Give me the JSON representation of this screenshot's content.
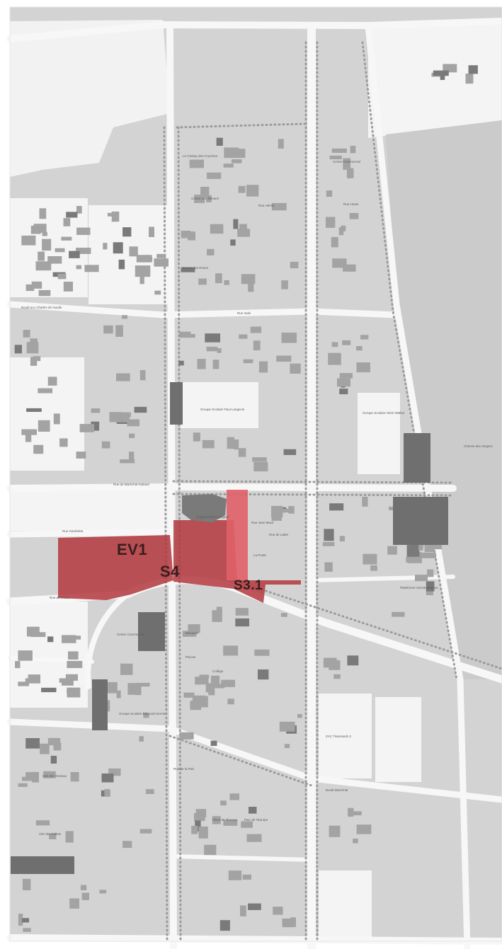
{
  "colors": {
    "land": "#cfcfcf",
    "parcel_light": "#dcdcdc",
    "parcel_white": "#f4f4f4",
    "building": "#9e9e9e",
    "building_dark": "#6f6f6f",
    "road": "#f6f6f6",
    "tree": "#a8a8a8",
    "zone_red": "#b3373d",
    "zone_red_light": "#e06068",
    "frame": "#ffffff"
  },
  "zones": [
    {
      "id": "EV1",
      "label": "EV1"
    },
    {
      "id": "S4",
      "label": "S4"
    },
    {
      "id": "S3.1",
      "label": "S3.1"
    }
  ],
  "place_labels": [
    "Le Champ des Fouchers",
    "Centre Les Tamaris",
    "Rue Hérisé",
    "Centre Commercial",
    "Rue Hoste",
    "Centre des Roses",
    "Bould aux Charles de Gaulle",
    "Rue Isole",
    "Groupe Scolaire Paul Langevin",
    "Groupe Scolaire Henri Wallon",
    "Rue du Maréchal Rolland",
    "Espace Marcel Pagnol",
    "Rue Gambetta",
    "Rue de l'Alma",
    "La Poste",
    "Rue Jean Macé",
    "Rue de Lattre",
    "Centre Commercial",
    "Mosquée",
    "Piscine",
    "Collège",
    "Groupe Scolaire Édouard Herriot",
    "ZAC Tisserands 3",
    "Bould Maréchal",
    "Place de l'Europe",
    "Parc de l'Europe",
    "Rue de la Paix",
    "Cité des Pollets",
    "Cité des Oiseaux",
    "Chemin des Vergers",
    "Plateforme Géostratégique"
  ]
}
